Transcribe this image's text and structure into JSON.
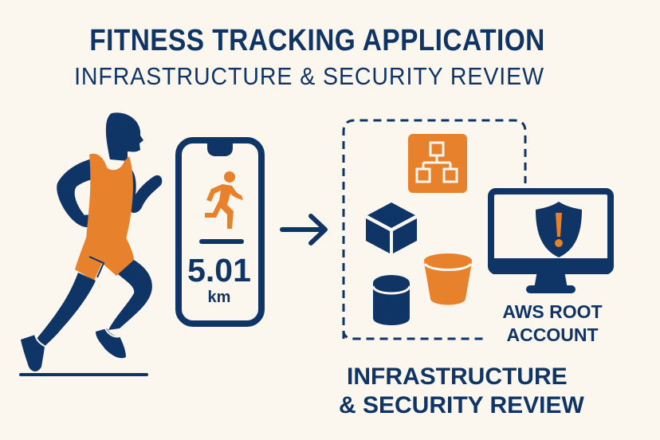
{
  "header": {
    "title": "FITNESS TRACKING APPLICATION",
    "subtitle": "INFRASTRUCTURE & SECURITY REVIEW"
  },
  "phone": {
    "distance_value": "5.01",
    "distance_unit": "km",
    "icon": "running-person-icon"
  },
  "infrastructure": {
    "icons": [
      "network-hierarchy-icon",
      "cube-compute-icon",
      "database-cylinder-icon",
      "storage-bucket-icon"
    ]
  },
  "monitor": {
    "icon": "shield-warning-icon",
    "label_line1": "AWS ROOT",
    "label_line2": "ACCOUNT"
  },
  "footer": {
    "line1": "INFRASTRUCTURE",
    "line2": "& SECURITY REVIEW"
  },
  "colors": {
    "navy": "#0f3566",
    "orange": "#e8812c",
    "background": "#fbf7ef"
  }
}
